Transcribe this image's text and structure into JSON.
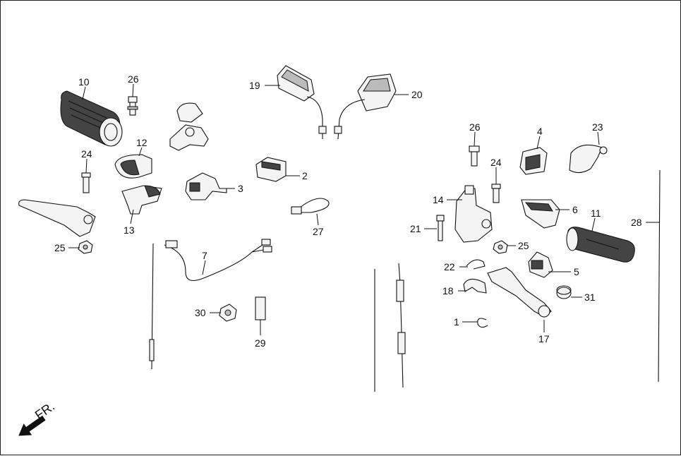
{
  "diagram": {
    "direction_label": "FR.",
    "callouts": [
      {
        "id": "c10",
        "text": "10"
      },
      {
        "id": "c26a",
        "text": "26"
      },
      {
        "id": "c12",
        "text": "12"
      },
      {
        "id": "c24a",
        "text": "24"
      },
      {
        "id": "c13",
        "text": "13"
      },
      {
        "id": "c25a",
        "text": "25"
      },
      {
        "id": "c3",
        "text": "3"
      },
      {
        "id": "c2",
        "text": "2"
      },
      {
        "id": "c27",
        "text": "27"
      },
      {
        "id": "c19",
        "text": "19"
      },
      {
        "id": "c20",
        "text": "20"
      },
      {
        "id": "c7",
        "text": "7"
      },
      {
        "id": "c30",
        "text": "30"
      },
      {
        "id": "c29",
        "text": "29"
      },
      {
        "id": "c26b",
        "text": "26"
      },
      {
        "id": "c4",
        "text": "4"
      },
      {
        "id": "c23",
        "text": "23"
      },
      {
        "id": "c24b",
        "text": "24"
      },
      {
        "id": "c14",
        "text": "14"
      },
      {
        "id": "c6",
        "text": "6"
      },
      {
        "id": "c11",
        "text": "11"
      },
      {
        "id": "c28",
        "text": "28"
      },
      {
        "id": "c21",
        "text": "21"
      },
      {
        "id": "c25b",
        "text": "25"
      },
      {
        "id": "c22",
        "text": "22"
      },
      {
        "id": "c5",
        "text": "5"
      },
      {
        "id": "c18",
        "text": "18"
      },
      {
        "id": "c31",
        "text": "31"
      },
      {
        "id": "c1",
        "text": "1"
      },
      {
        "id": "c17",
        "text": "17"
      }
    ]
  }
}
